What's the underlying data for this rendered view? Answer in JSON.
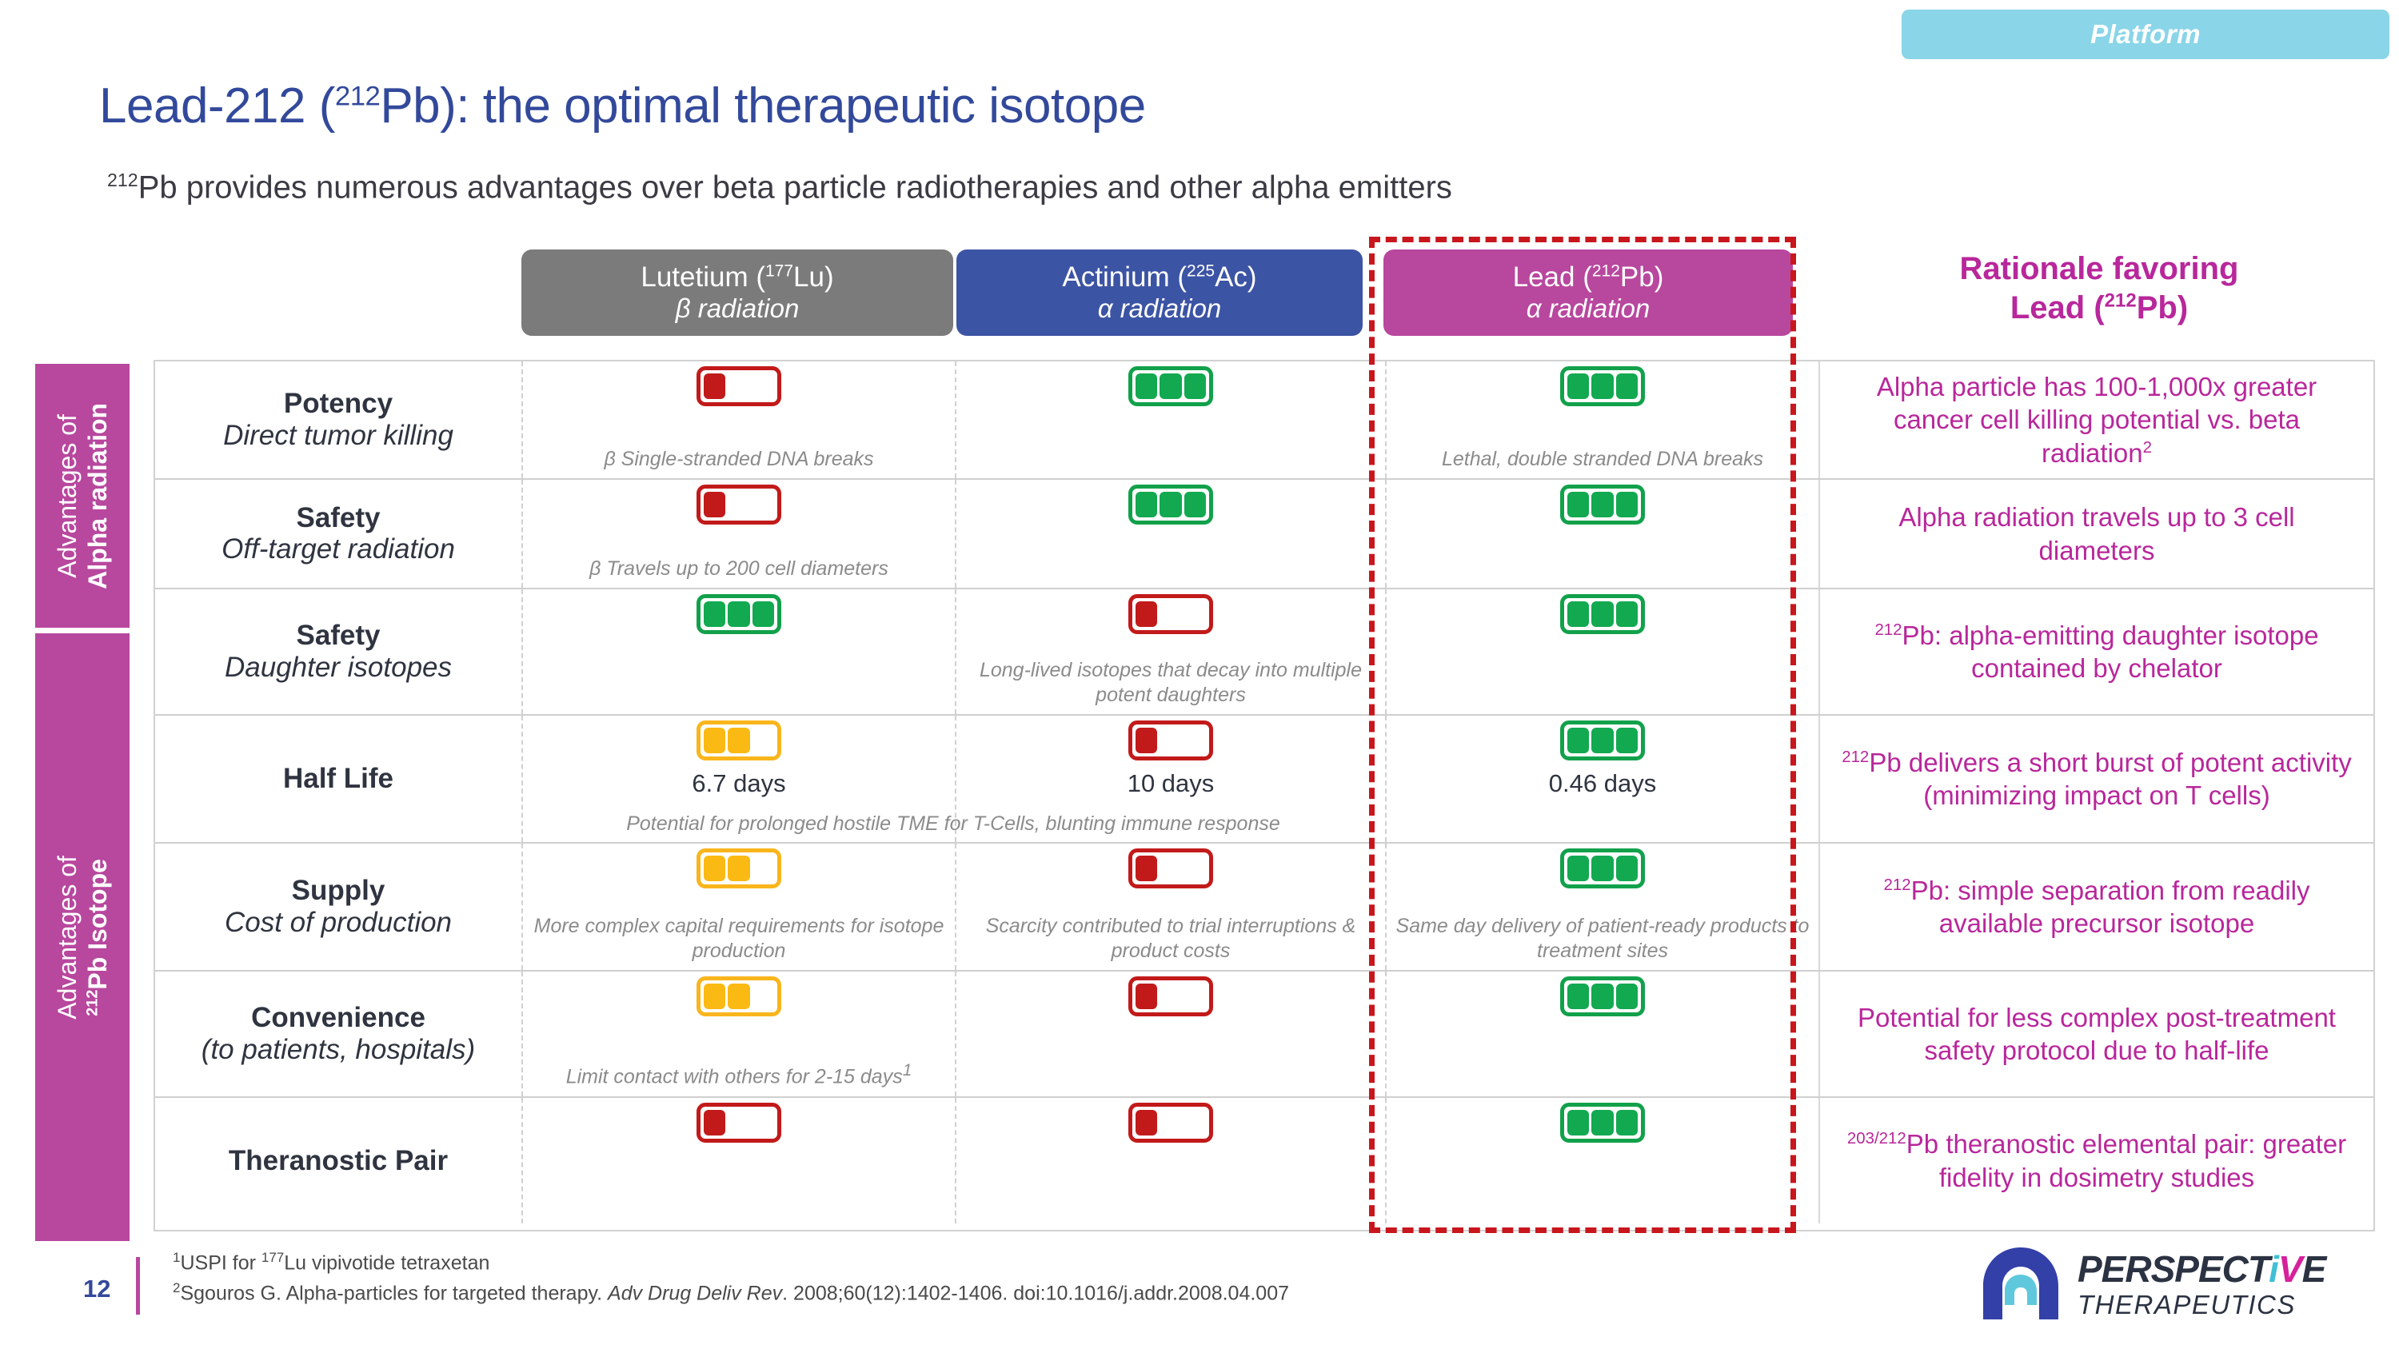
{
  "platform_tag": "Platform",
  "title": {
    "pre": "Lead-212 (",
    "sup": "212",
    "post": "Pb): the optimal therapeutic isotope"
  },
  "subtitle": {
    "sup": "212",
    "text": "Pb provides numerous advantages over beta particle radiotherapies and other alpha emitters"
  },
  "columns": [
    {
      "name_pre": "Lutetium (",
      "name_sup": "177",
      "name_post": "Lu)",
      "radiation": "β radiation",
      "color": "#7b7b7b"
    },
    {
      "name_pre": "Actinium (",
      "name_sup": "225",
      "name_post": "Ac)",
      "radiation": "α radiation",
      "color": "#3c54a4"
    },
    {
      "name_pre": "Lead (",
      "name_sup": "212",
      "name_post": "Pb)",
      "radiation": "α radiation",
      "color": "#b8479e"
    }
  ],
  "rationale_header": {
    "line1": "Rationale favoring",
    "line2_pre": "Lead (",
    "line2_sup": "212",
    "line2_post": "Pb)"
  },
  "side_bands": [
    {
      "line1": "Advantages of",
      "line2": "Alpha radiation",
      "sup": ""
    },
    {
      "line1": "Advantages of",
      "line2_sup": "212",
      "line2": "Pb Isotope"
    }
  ],
  "rows": [
    {
      "metric_main": "Potency",
      "metric_sub": "Direct tumor killing",
      "lu": {
        "level": 1,
        "color": "red",
        "note": "β  Single-stranded DNA breaks",
        "value": ""
      },
      "ac": {
        "level": 3,
        "color": "green",
        "note": "",
        "value": ""
      },
      "pb": {
        "level": 3,
        "color": "green",
        "note": "Lethal, double stranded DNA breaks",
        "value": ""
      },
      "rationale": "Alpha particle has 100-1,000x greater cancer cell killing potential vs. beta radiation",
      "rationale_sup": "2"
    },
    {
      "metric_main": "Safety",
      "metric_sub": "Off-target radiation",
      "lu": {
        "level": 1,
        "color": "red",
        "note": "β  Travels up to 200 cell diameters",
        "value": ""
      },
      "ac": {
        "level": 3,
        "color": "green",
        "note": "",
        "value": ""
      },
      "pb": {
        "level": 3,
        "color": "green",
        "note": "",
        "value": ""
      },
      "rationale": "Alpha radiation travels up to 3 cell diameters",
      "rationale_sup": ""
    },
    {
      "metric_main": "Safety",
      "metric_sub": "Daughter isotopes",
      "lu": {
        "level": 3,
        "color": "green",
        "note": "",
        "value": ""
      },
      "ac": {
        "level": 1,
        "color": "red",
        "note": "Long-lived isotopes that decay into multiple potent daughters",
        "value": ""
      },
      "pb": {
        "level": 3,
        "color": "green",
        "note": "",
        "value": ""
      },
      "rationale_sup_pre": "212",
      "rationale": "Pb: alpha-emitting daughter isotope contained by chelator",
      "rationale_sup": ""
    },
    {
      "metric_main": "Half Life",
      "metric_sub": "",
      "lu": {
        "level": 2,
        "color": "amber",
        "note": "",
        "value": "6.7 days"
      },
      "ac": {
        "level": 1,
        "color": "red",
        "note": "",
        "value": "10 days"
      },
      "pb": {
        "level": 3,
        "color": "green",
        "note": "",
        "value": "0.46 days"
      },
      "span_note": "Potential for prolonged hostile TME for T-Cells, blunting immune response",
      "rationale_sup_pre": "212",
      "rationale": "Pb delivers a short burst of potent activity (minimizing impact on T cells)",
      "rationale_sup": ""
    },
    {
      "metric_main": "Supply",
      "metric_sub": "Cost of production",
      "lu": {
        "level": 2,
        "color": "amber",
        "note": "More complex capital requirements for isotope production",
        "value": ""
      },
      "ac": {
        "level": 1,
        "color": "red",
        "note": "Scarcity contributed to trial interruptions & product costs",
        "value": ""
      },
      "pb": {
        "level": 3,
        "color": "green",
        "note": "Same day delivery of patient-ready products to treatment sites",
        "value": ""
      },
      "rationale_sup_pre": "212",
      "rationale": "Pb: simple separation from readily available precursor isotope",
      "rationale_sup": ""
    },
    {
      "metric_main": "Convenience",
      "metric_sub": "(to patients, hospitals)",
      "lu": {
        "level": 2,
        "color": "amber",
        "note": "Limit contact with others for 2-15 days",
        "note_sup": "1",
        "value": ""
      },
      "ac": {
        "level": 1,
        "color": "red",
        "note": "",
        "value": ""
      },
      "pb": {
        "level": 3,
        "color": "green",
        "note": "",
        "value": ""
      },
      "rationale": "Potential for less complex post-treatment safety protocol due to half-life",
      "rationale_sup": ""
    },
    {
      "metric_main": "Theranostic Pair",
      "metric_sub": "",
      "lu": {
        "level": 1,
        "color": "red",
        "note": "",
        "value": ""
      },
      "ac": {
        "level": 1,
        "color": "red",
        "note": "",
        "value": ""
      },
      "pb": {
        "level": 3,
        "color": "green",
        "note": "",
        "value": ""
      },
      "rationale_sup_pre": "203/212",
      "rationale": "Pb theranostic elemental pair: greater fidelity in dosimetry studies",
      "rationale_sup": ""
    }
  ],
  "footnotes": {
    "page_number": "12",
    "note1_sup": "1",
    "note1": "USPI for ",
    "note1_sup2": "177",
    "note1_tail": "Lu vipivotide tetraxetan",
    "note2_sup": "2",
    "note2_a": "Sgouros G. Alpha-particles for targeted therapy. ",
    "note2_i": "Adv Drug Deliv Rev",
    "note2_b": ". 2008;60(12):1402-1406. doi:10.1016/j.addr.2008.04.007"
  },
  "logo": {
    "line1a": "PERSPECT",
    "line1i": "i",
    "line1v": "V",
    "line1e": "E",
    "line2": "THERAPEUTICS"
  },
  "colors": {
    "brand_magenta": "#b8479e",
    "rationale_text": "#b8279b",
    "title_blue": "#32499b",
    "platform_blue": "#8ad5e8",
    "dashed_red": "#c8161d",
    "score_red": "#c21a1a",
    "score_amber": "#fbb913",
    "score_green": "#12a950"
  }
}
